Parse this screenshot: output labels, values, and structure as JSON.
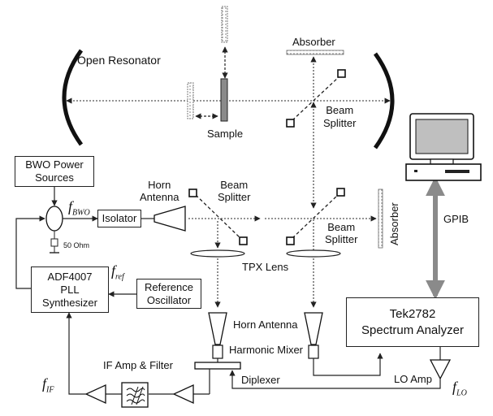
{
  "labels": {
    "open_resonator": "Open Resonator",
    "absorber_top": "Absorber",
    "sample": "Sample",
    "beam_splitter_top": "Beam\nSplitter",
    "bwo_power": [
      "BWO Power",
      "Sources"
    ],
    "f_bwo": {
      "base": "f",
      "sub": "BWO"
    },
    "fifty_ohm": "50 Ohm",
    "isolator": "Isolator",
    "horn_antenna_left": [
      "Horn",
      "Antenna"
    ],
    "beam_splitter_mid": [
      "Beam",
      "Splitter"
    ],
    "beam_splitter_right": [
      "Beam",
      "Splitter"
    ],
    "absorber_right": "Absorber",
    "tpx_lens": "TPX Lens",
    "adf": [
      "ADF4007",
      "PLL",
      "Synthesizer"
    ],
    "f_ref": {
      "base": "f",
      "sub": "ref"
    },
    "ref_osc": [
      "Reference",
      "Oscillator"
    ],
    "horn_antenna_bottom": "Horn Antenna",
    "harmonic_mixer": "Harmonic Mixer",
    "tek": [
      "Tek2782",
      "Spectrum Analyzer"
    ],
    "gpib": "GPIB",
    "if_amp": "IF Amp & Filter",
    "diplexer": "Diplexer",
    "lo_amp": "LO Amp",
    "f_if": {
      "base": "f",
      "sub": "IF"
    },
    "f_lo": {
      "base": "f",
      "sub": "LO"
    }
  }
}
